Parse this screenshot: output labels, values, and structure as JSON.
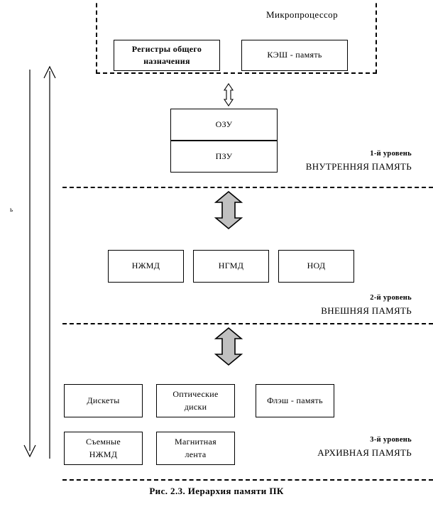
{
  "figure": {
    "caption": "Рис. 2.3. Иерархия памяти ПК",
    "stray_mark": "ь"
  },
  "cpu": {
    "title": "Микропроцессор",
    "boxes": [
      {
        "label": "Регистры общего\nназначения",
        "bold": true
      },
      {
        "label": "КЭШ - память",
        "bold": false
      }
    ]
  },
  "internal_memory": {
    "boxes": [
      {
        "label": "ОЗУ"
      },
      {
        "label": "ПЗУ"
      }
    ],
    "level_line1": "1-й уровень",
    "level_line2": "ВНУТРЕННЯЯ ПАМЯТЬ"
  },
  "external_memory": {
    "boxes": [
      {
        "label": "НЖМД"
      },
      {
        "label": "НГМД"
      },
      {
        "label": "НОД"
      }
    ],
    "level_line1": "2-й уровень",
    "level_line2": "ВНЕШНЯЯ ПАМЯТЬ"
  },
  "archive_memory": {
    "boxes_row1": [
      {
        "label": "Дискеты"
      },
      {
        "label": "Оптические\nдиски"
      },
      {
        "label": "Флэш - память"
      }
    ],
    "boxes_row2": [
      {
        "label": "Съемные\nНЖМД"
      },
      {
        "label": "Магнитная\nлента"
      }
    ],
    "level_line1": "3-й уровень",
    "level_line2": "АРХИВНАЯ ПАМЯТЬ"
  },
  "connectors": {
    "cpu_to_ram": "double-headed-arrow-thin-white",
    "ram_to_external": "double-headed-arrow-gray",
    "external_to_archive": "double-headed-arrow-gray",
    "side_down": "long-down-arrow",
    "side_up": "long-up-arrow",
    "gray_fill": "#c0c0c0"
  }
}
